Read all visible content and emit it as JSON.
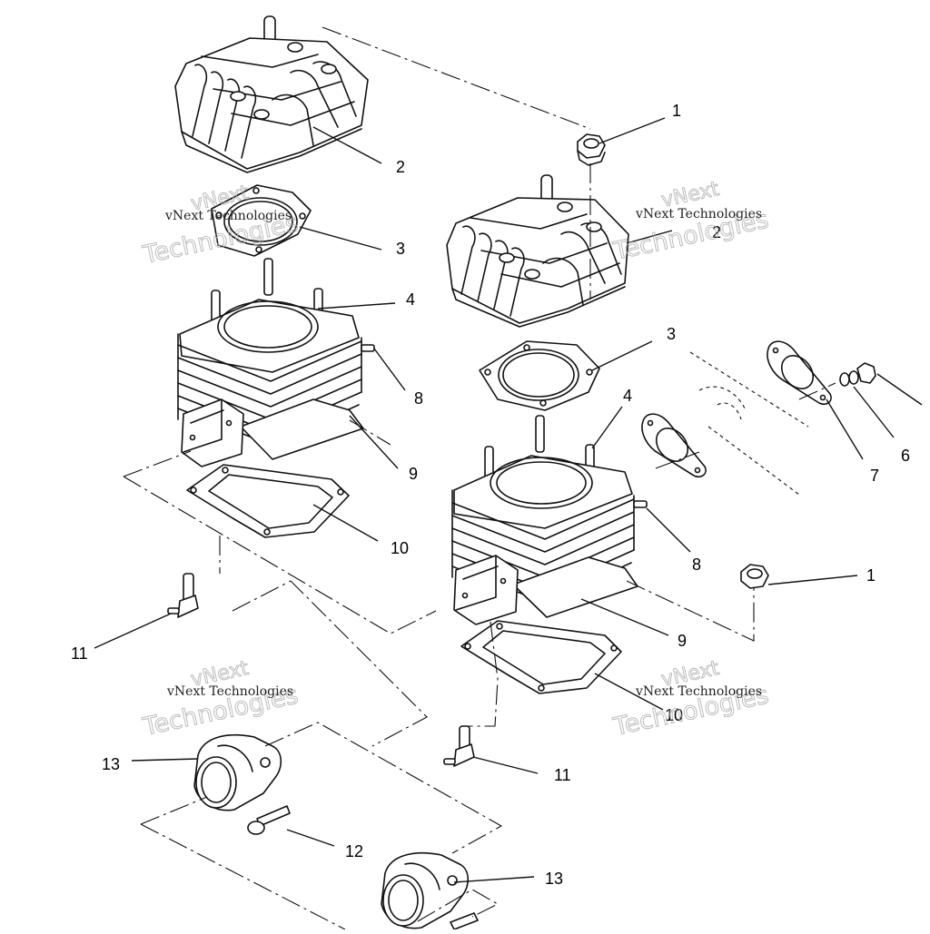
{
  "diagram": {
    "callouts": {
      "c1a": "1",
      "c2a": "2",
      "c3a": "3",
      "c4a": "4",
      "c8a": "8",
      "c9a": "9",
      "c10a": "10",
      "c11a": "11",
      "c2b": "2",
      "c3b": "3",
      "c4b": "4",
      "c7": "7",
      "c6": "6",
      "c8b": "8",
      "c1b": "1",
      "c9b": "9",
      "c10b": "10",
      "c11b": "11",
      "c13a": "13",
      "c12": "12",
      "c13b": "13"
    },
    "watermark": {
      "line1": "vNext",
      "line2": "vNext Technologies",
      "line3": "Technologies"
    }
  }
}
